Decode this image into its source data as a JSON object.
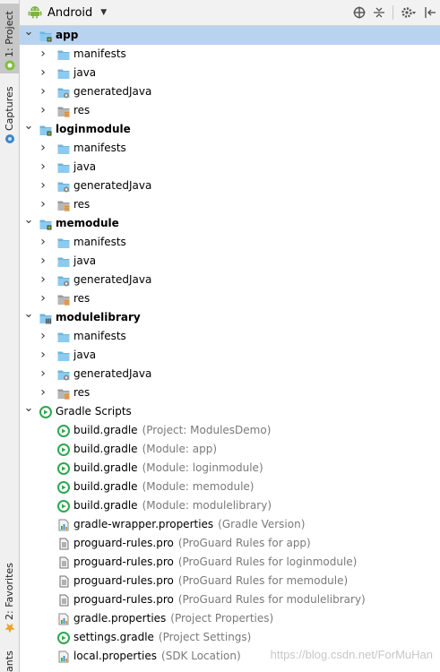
{
  "sidebar": {
    "project_tab": "1: Project",
    "captures_tab": "Captures",
    "favorites_tab": "2: Favorites",
    "variants_tab": "ants"
  },
  "toolbar": {
    "view_mode": "Android",
    "icons": [
      "android-icon",
      "target-icon",
      "collapse-icon",
      "gear-icon",
      "hide-icon"
    ]
  },
  "tree": [
    {
      "level": 0,
      "expanded": true,
      "icon": "module-folder",
      "label": "app",
      "bold": true,
      "selected": true
    },
    {
      "level": 1,
      "expanded": false,
      "icon": "folder",
      "label": "manifests"
    },
    {
      "level": 1,
      "expanded": false,
      "icon": "folder",
      "label": "java"
    },
    {
      "level": 1,
      "expanded": false,
      "icon": "generated-folder",
      "label": "generatedJava"
    },
    {
      "level": 1,
      "expanded": false,
      "icon": "res-folder",
      "label": "res"
    },
    {
      "level": 0,
      "expanded": true,
      "icon": "module-folder",
      "label": "loginmodule",
      "bold": true
    },
    {
      "level": 1,
      "expanded": false,
      "icon": "folder",
      "label": "manifests"
    },
    {
      "level": 1,
      "expanded": false,
      "icon": "folder",
      "label": "java"
    },
    {
      "level": 1,
      "expanded": false,
      "icon": "generated-folder",
      "label": "generatedJava"
    },
    {
      "level": 1,
      "expanded": false,
      "icon": "res-folder",
      "label": "res"
    },
    {
      "level": 0,
      "expanded": true,
      "icon": "module-folder",
      "label": "memodule",
      "bold": true
    },
    {
      "level": 1,
      "expanded": false,
      "icon": "folder",
      "label": "manifests"
    },
    {
      "level": 1,
      "expanded": false,
      "icon": "folder",
      "label": "java"
    },
    {
      "level": 1,
      "expanded": false,
      "icon": "generated-folder",
      "label": "generatedJava"
    },
    {
      "level": 1,
      "expanded": false,
      "icon": "res-folder",
      "label": "res"
    },
    {
      "level": 0,
      "expanded": true,
      "icon": "library-folder",
      "label": "modulelibrary",
      "bold": true
    },
    {
      "level": 1,
      "expanded": false,
      "icon": "folder",
      "label": "manifests"
    },
    {
      "level": 1,
      "expanded": false,
      "icon": "folder",
      "label": "java"
    },
    {
      "level": 1,
      "expanded": false,
      "icon": "generated-folder",
      "label": "generatedJava"
    },
    {
      "level": 1,
      "expanded": false,
      "icon": "res-folder",
      "label": "res"
    },
    {
      "level": 0,
      "expanded": true,
      "icon": "gradle",
      "label": "Gradle Scripts"
    },
    {
      "level": 1,
      "icon": "gradle",
      "label": "build.gradle",
      "hint": "(Project: ModulesDemo)"
    },
    {
      "level": 1,
      "icon": "gradle",
      "label": "build.gradle",
      "hint": "(Module: app)"
    },
    {
      "level": 1,
      "icon": "gradle",
      "label": "build.gradle",
      "hint": "(Module: loginmodule)"
    },
    {
      "level": 1,
      "icon": "gradle",
      "label": "build.gradle",
      "hint": "(Module: memodule)"
    },
    {
      "level": 1,
      "icon": "gradle",
      "label": "build.gradle",
      "hint": "(Module: modulelibrary)"
    },
    {
      "level": 1,
      "icon": "properties",
      "label": "gradle-wrapper.properties",
      "hint": "(Gradle Version)"
    },
    {
      "level": 1,
      "icon": "text-file",
      "label": "proguard-rules.pro",
      "hint": "(ProGuard Rules for app)"
    },
    {
      "level": 1,
      "icon": "text-file",
      "label": "proguard-rules.pro",
      "hint": "(ProGuard Rules for loginmodule)"
    },
    {
      "level": 1,
      "icon": "text-file",
      "label": "proguard-rules.pro",
      "hint": "(ProGuard Rules for memodule)"
    },
    {
      "level": 1,
      "icon": "text-file",
      "label": "proguard-rules.pro",
      "hint": "(ProGuard Rules for modulelibrary)"
    },
    {
      "level": 1,
      "icon": "properties",
      "label": "gradle.properties",
      "hint": "(Project Properties)"
    },
    {
      "level": 1,
      "icon": "gradle",
      "label": "settings.gradle",
      "hint": "(Project Settings)"
    },
    {
      "level": 1,
      "icon": "properties",
      "label": "local.properties",
      "hint": "(SDK Location)"
    }
  ],
  "watermark": "https://blog.csdn.net/ForMuHan",
  "colors": {
    "folder": "#6fb3dc",
    "gradle": "#2fa84f",
    "selection": "#b8d3f0",
    "hint": "#7a7a7a"
  }
}
